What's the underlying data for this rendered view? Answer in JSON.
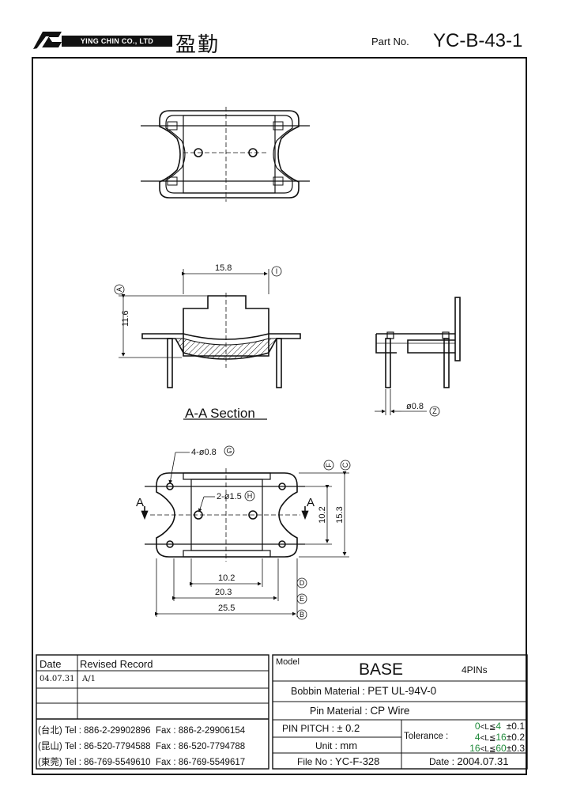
{
  "header": {
    "company_en": "YING CHIN CO., LTD",
    "company_cn": "盈勤",
    "part_label": "Part No.",
    "part_number": "YC-B-43-1"
  },
  "drawing": {
    "section_view_title": "A-A Section",
    "dim_width_top": "15.8",
    "dim_height_side": "11.6",
    "dim_pin_diameter_side": "ø0.8",
    "dim_holes_4": "4-ø0.8",
    "dim_holes_2": "2-ø1.5",
    "dim_inner_width": "10.2",
    "dim_body_width": "20.3",
    "dim_overall_width": "25.5",
    "dim_inner_height": "10.2",
    "dim_overall_height": "15.3",
    "section_marker": "A",
    "callouts": {
      "A": "A",
      "B": "B",
      "C": "C",
      "D": "D",
      "E": "E",
      "F": "F",
      "G": "G",
      "H": "H",
      "I": "I",
      "Z": "Z"
    }
  },
  "revision": {
    "col_date": "Date",
    "col_record": "Revised Record",
    "rows": [
      {
        "date": "04.07.31",
        "record": "A/1"
      }
    ]
  },
  "contacts": [
    {
      "region": "(台北)",
      "tel": "Tel : 886-2-29902896",
      "fax": "Fax : 886-2-29906154"
    },
    {
      "region": "(昆山)",
      "tel": "Tel : 86-520-7794588",
      "fax": "Fax : 86-520-7794788"
    },
    {
      "region": "(東莞)",
      "tel": "Tel : 86-769-5549610",
      "fax": "Fax : 86-769-5549617"
    }
  ],
  "spec": {
    "model_label": "Model",
    "model_value": "BASE",
    "pins": "4PINs",
    "bobbin_label": "Bobbin Material :",
    "bobbin_value": "PET UL-94V-0",
    "pin_material_label": "Pin Material :",
    "pin_material_value": "CP Wire",
    "pitch_label": "PIN PITCH :",
    "pitch_value": "± 0.2",
    "unit_label": "Unit :",
    "unit_value": "mm",
    "file_label": "File No :",
    "file_value": "YC-F-328",
    "tolerance_label": "Tolerance :",
    "tolerance": [
      {
        "lo": "0",
        "op": "<L≦",
        "hi": "4",
        "tol": "±0.1"
      },
      {
        "lo": "4",
        "op": "<L≦",
        "hi": "16",
        "tol": "±0.2"
      },
      {
        "lo": "16",
        "op": "<L≦",
        "hi": "60",
        "tol": "±0.3"
      }
    ],
    "date_label": "Date :",
    "date_value": "2004.07.31"
  }
}
